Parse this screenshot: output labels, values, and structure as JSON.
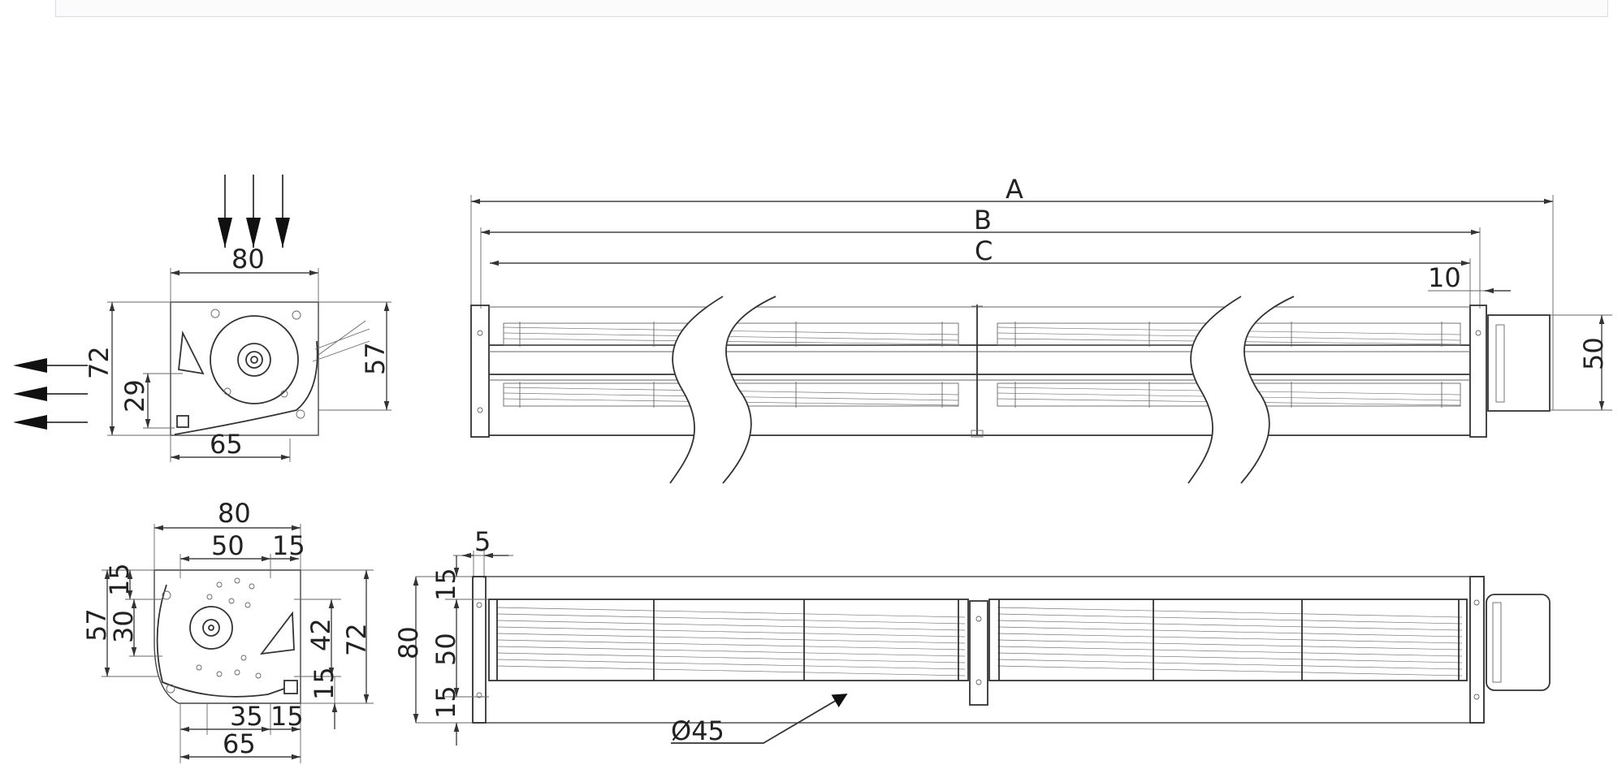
{
  "page": {
    "background": "#ffffff",
    "line_color": "#333333"
  },
  "drawing": {
    "labels": {
      "A": "A",
      "B": "B",
      "C": "C",
      "ten": "10",
      "fifty_right": "50",
      "five": "5",
      "diameter": "Ø45"
    },
    "top_left_view": {
      "width": "80",
      "height_outer": "72",
      "height_inner": "29",
      "height_right": "57",
      "bottom": "65"
    },
    "bottom_left_view": {
      "width": "80",
      "inner_width": "50",
      "inner_right": "15",
      "left_top": "15",
      "left_mid": "30",
      "left_total": "57",
      "right_inner": "42",
      "right_total": "72",
      "right_bottom": "15",
      "bottom_a": "35",
      "bottom_b": "15",
      "bottom_total": "65"
    },
    "side_view": {
      "top": "15",
      "middle": "50",
      "bottom": "15",
      "total": "80"
    }
  }
}
